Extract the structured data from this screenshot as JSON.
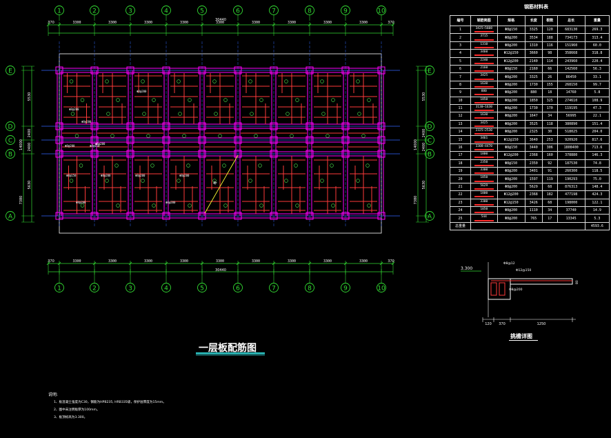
{
  "axes": {
    "columns": [
      "1",
      "2",
      "3",
      "4",
      "5",
      "6",
      "7",
      "8",
      "9",
      "10"
    ],
    "rows": [
      "E",
      "D",
      "C",
      "B",
      "A"
    ],
    "top_dims": [
      "3300",
      "3300",
      "3300",
      "3300",
      "3300",
      "3300",
      "3300",
      "3300",
      "3300"
    ],
    "bottom_dims": [
      "3300",
      "3300",
      "3300",
      "3300",
      "3300",
      "3300",
      "3300",
      "3300",
      "3300"
    ],
    "total": "30440",
    "edge": "370",
    "left_dims": [
      "5530",
      "2400",
      "2400",
      "7380",
      "5630"
    ],
    "left_total": "14000"
  },
  "drawing": {
    "title": "一层板配筋图",
    "diag_label": "板",
    "notes_title": "说明:",
    "notes": [
      "1、板混凝土强度为C30，钢筋为HPB235, HRB335级，保护层厚度为15mm。",
      "2、图中未注明板厚为100mm。",
      "3、板顶标高为3.300。"
    ],
    "slab_labels": [
      "Φ8@200",
      "Φ8@200",
      "Φ8@200",
      "Φ8@200",
      "Φ8@200",
      "Φ8@150",
      "Φ8@150",
      "Φ8@200",
      "Φ8@200",
      "Φ8@200",
      "Φ8@200",
      "Φ8@200"
    ]
  },
  "detail": {
    "title": "挑檐详图",
    "elev": "3.300",
    "rebar1": "Φ8@12",
    "rebar2": "Φ12@150",
    "rebar3": "Φ8@200",
    "dims": [
      "120",
      "370",
      "1250"
    ],
    "side": "80"
  },
  "schedule": {
    "title": "钢筋材料表",
    "headers": [
      "编号",
      "钢筋简图",
      "规格",
      "长度",
      "根数",
      "总长",
      "重量"
    ],
    "rows": [
      [
        "1",
        "3425~5608",
        "Φ8@150",
        "3325",
        "120",
        "683130",
        "269.3"
      ],
      [
        "2",
        "3715",
        "Φ8@200",
        "3534",
        "188",
        "734173",
        "313.4"
      ],
      [
        "3",
        "1310",
        "Φ8@200",
        "1310",
        "116",
        "151960",
        "60.0"
      ],
      [
        "4",
        "3460",
        "Φ12@150",
        "3660",
        "98",
        "358668",
        "318.8"
      ],
      [
        "5",
        "2240",
        "Φ12@200",
        "2140",
        "114",
        "243960",
        "220.4"
      ],
      [
        "6",
        "2160",
        "Φ8@150",
        "2160",
        "66",
        "142560",
        "56.3"
      ],
      [
        "7",
        "3425",
        "Φ8@200",
        "3325",
        "26",
        "86450",
        "33.1"
      ],
      [
        "8",
        "1630",
        "Φ8@200",
        "1730",
        "155",
        "268150",
        "99.7"
      ],
      [
        "9",
        "880",
        "Φ8@200",
        "880",
        "18",
        "14760",
        "5.8"
      ],
      [
        "10",
        "1850",
        "Φ8@200",
        "1850",
        "325",
        "274610",
        "108.9"
      ],
      [
        "11",
        "3130~1630",
        "Φ8@200",
        "1730",
        "170",
        "119195",
        "47.3"
      ],
      [
        "12",
        "1630",
        "Φ8@200",
        "1647",
        "34",
        "56995",
        "22.1"
      ],
      [
        "13",
        "3425",
        "Φ8@200",
        "3525",
        "118",
        "380890",
        "151.4"
      ],
      [
        "14",
        "2325~2530",
        "Φ8@200",
        "2325",
        "30",
        "518025",
        "204.0"
      ],
      [
        "15",
        "3461",
        "Φ12@150",
        "3640",
        "253",
        "920920",
        "817.6"
      ],
      [
        "16",
        "3308~4470",
        "Φ8@150",
        "3440",
        "306",
        "1808400",
        "713.6"
      ],
      [
        "17",
        "1800",
        "Φ12@200",
        "2368",
        "160",
        "378880",
        "146.3"
      ],
      [
        "18",
        "2350",
        "Φ8@150",
        "2350",
        "92",
        "187530",
        "74.8"
      ],
      [
        "19",
        "3300",
        "Φ8@200",
        "3401",
        "91",
        "260300",
        "118.5"
      ],
      [
        "20",
        "1850",
        "Φ8@200",
        "1597",
        "119",
        "190293",
        "75.0"
      ],
      [
        "21",
        "5629",
        "Φ8@200",
        "5629",
        "68",
        "876313",
        "148.4"
      ],
      [
        "22",
        "1800",
        "Φ12@200",
        "2368",
        "182",
        "477198",
        "424.3"
      ],
      [
        "23",
        "3300",
        "Φ12@150",
        "3426",
        "68",
        "198000",
        "122.1"
      ],
      [
        "24",
        "1050",
        "Φ8@200",
        "1110",
        "34",
        "37740",
        "14.9"
      ],
      [
        "25",
        "544",
        "Φ8@200",
        "765",
        "17",
        "13345",
        "5.3"
      ]
    ],
    "total_label": "总重量",
    "total_value": "4593.6"
  },
  "colors": {
    "grid": "#ff3a3a",
    "beam": "#ff00ff",
    "axis": "#33dd33",
    "dim": "#ffff33",
    "blue": "#3366ff",
    "label": "#44cc44"
  }
}
